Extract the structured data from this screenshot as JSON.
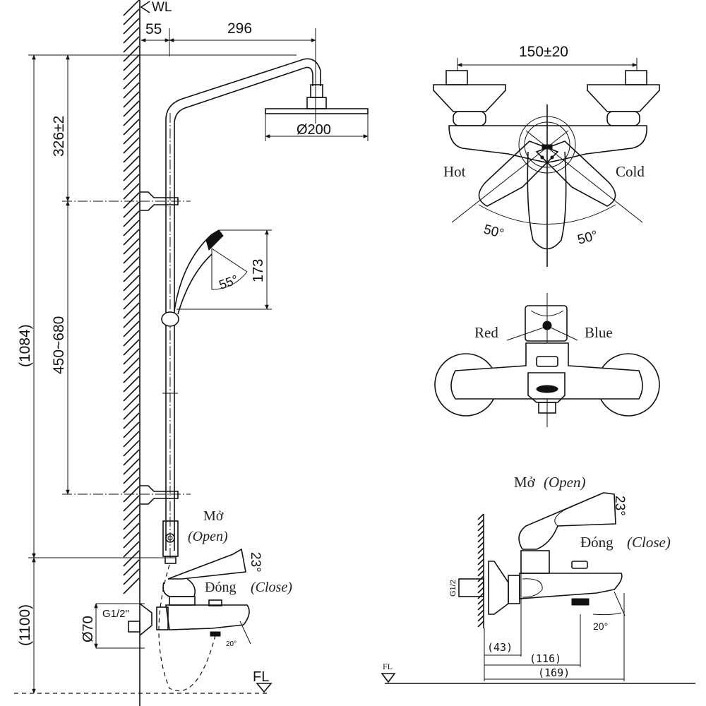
{
  "left_view": {
    "wall_label": "WL",
    "floor_label": "FL",
    "dim_wall_offset": "55",
    "dim_arm_reach": "296",
    "dim_head_diameter": "Ø200",
    "dim_top_section": "326±2",
    "dim_slide_range": "450~680",
    "dim_total_height": "(1084)",
    "dim_handshower_length": "173",
    "dim_handshower_angle": "55°",
    "dim_mixer_height": "(1100)",
    "dim_flange_diameter": "Ø70",
    "thread_label": "G1/2\"",
    "open_label_vi": "Mở",
    "open_label_en": "(Open)",
    "close_label_vi": "Đóng",
    "close_label_en": "(Close)",
    "lever_angle": "23°",
    "spout_angle": "20°"
  },
  "top_view": {
    "dim_center_distance": "150±20",
    "hot_label": "Hot",
    "cold_label": "Cold",
    "angle_left": "50°",
    "angle_right": "50°"
  },
  "front_view": {
    "red_label": "Red",
    "blue_label": "Blue"
  },
  "side_view": {
    "open_label_vi": "Mở",
    "open_label_en": "(Open)",
    "close_label_vi": "Đóng",
    "close_label_en": "(Close)",
    "lever_angle": "23°",
    "spout_angle": "20°",
    "thread_label": "G1/2",
    "dim_43": "(43)",
    "dim_116": "(116)",
    "dim_169": "(169)",
    "floor_label": "FL"
  }
}
